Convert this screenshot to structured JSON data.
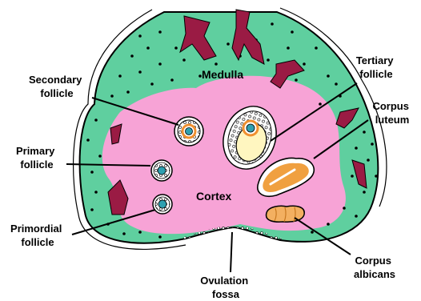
{
  "labels": {
    "medulla": "Medulla",
    "cortex": "Cortex",
    "secondary_follicle": [
      "Secondary",
      "follicle"
    ],
    "tertiary_follicle": [
      "Tertiary",
      "follicle"
    ],
    "primary_follicle": [
      "Primary",
      "follicle"
    ],
    "primordial_follicle": [
      "Primordial",
      "follicle"
    ],
    "corpus_luteum": [
      "Corpus",
      "luteum"
    ],
    "corpus_albicans": [
      "Corpus",
      "albicans"
    ],
    "ovulation_fossa": [
      "Ovulation",
      "fossa"
    ]
  },
  "colors": {
    "medulla": "#5fcf9f",
    "cortex": "#f7a3d6",
    "vessel": "#9a1b44",
    "corpus_luteum": "#f0a040",
    "corpus_albicans": "#f3b061",
    "antrum": "#fff6c0",
    "oocyte": "#2ea0b0"
  }
}
